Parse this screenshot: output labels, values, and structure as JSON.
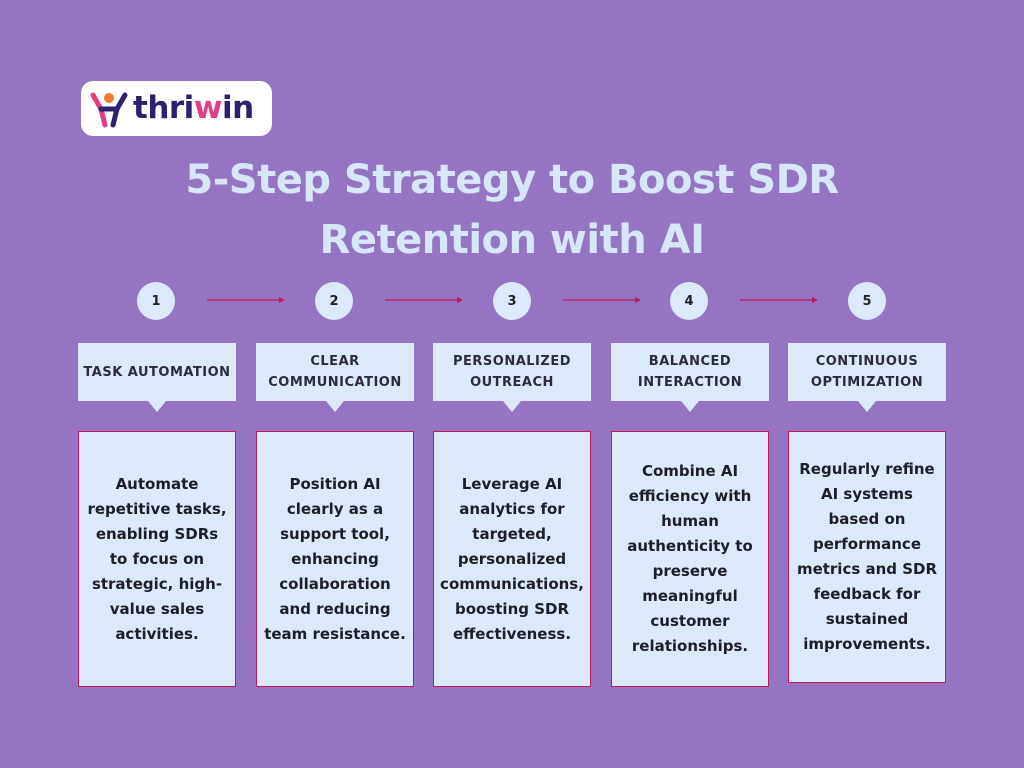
{
  "logo": {
    "wordmark": "thriwin",
    "icon": "person-raising-arms-icon"
  },
  "title": {
    "line1": "5-Step Strategy to Boost SDR",
    "line2": "Retention with AI"
  },
  "colors": {
    "background": "#9575c3",
    "card": "#dce9fb",
    "title": "#d7e6fb",
    "accent_border": "#c2185b",
    "arrow": "#c2185b"
  },
  "steps": [
    {
      "number": "1",
      "label": "TASK AUTOMATION",
      "description": "Automate repetitive tasks, enabling SDRs to focus on strategic, high-value sales activities."
    },
    {
      "number": "2",
      "label": "CLEAR COMMUNICATION",
      "description": "Position AI clearly as a support tool, enhancing collaboration and reducing team resistance."
    },
    {
      "number": "3",
      "label": "PERSONALIZED OUTREACH",
      "description": "Leverage AI analytics for targeted, personalized communications, boosting SDR effectiveness."
    },
    {
      "number": "4",
      "label": "BALANCED INTERACTION",
      "description": "Combine AI efficiency with human authenticity to preserve meaningful customer relationships."
    },
    {
      "number": "5",
      "label": "CONTINUOUS OPTIMIZATION",
      "description": "Regularly refine AI systems based on performance metrics and SDR feedback for sustained improvements."
    }
  ]
}
